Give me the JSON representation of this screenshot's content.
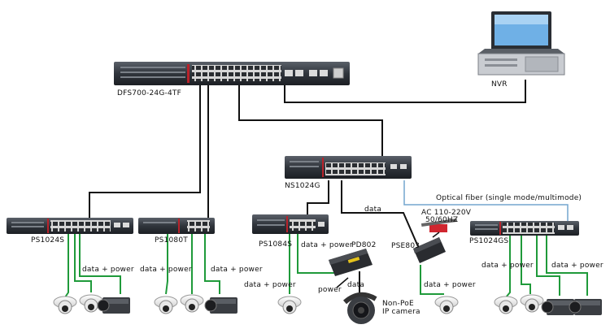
{
  "devices": {
    "core_switch": "DFS700-24G-4TF",
    "nvr": "NVR",
    "ns_switch": "NS1024G",
    "ps1024s": "PS1024S",
    "ps1080t": "PS1080T",
    "ps1084s": "PS1084S",
    "pd": "PD802",
    "pse": "PSE803",
    "ps1024gs": "PS1024GS",
    "nonpoe_camera_line1": "Non-PoE",
    "nonpoe_camera_line2": "IP camera"
  },
  "labels": {
    "dp_1": "data + power",
    "dp_2": "data + power",
    "dp_3": "data + power",
    "dp_4": "data + power",
    "dp_5": "data + power",
    "dp_6": "data + power",
    "dp_7": "data + power",
    "dp_8": "data + power",
    "data_1": "data",
    "data_2": "data",
    "power": "power",
    "optical_fiber": "Optical fiber (single mode/multimode)",
    "ac_line1": "AC 110-220V",
    "ac_line2": "50/60HZ"
  },
  "colors": {
    "data_cable": "#111111",
    "poe_cable": "#1f9a3a",
    "fiber_cable": "#74a6cf",
    "switch_body": "#3b4048",
    "switch_accent": "#b8222a"
  }
}
